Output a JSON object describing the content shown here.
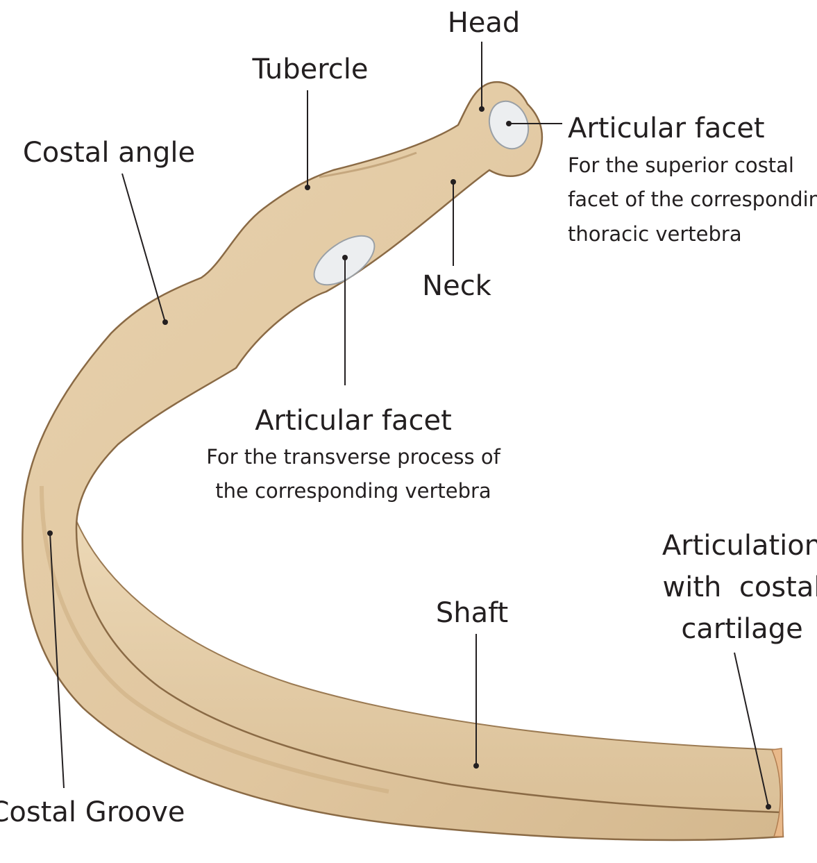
{
  "colors": {
    "bone": "#e2c9a2",
    "bone_shadow": "#c8a97e",
    "bone_outline": "#8a6a45",
    "facet": "#eceef0",
    "text": "#231f20"
  },
  "labels": {
    "head": "Head",
    "tubercle": "Tubercle",
    "costal_angle": "Costal angle",
    "neck": "Neck",
    "articular_facet_head": {
      "title": "Articular facet",
      "desc": [
        "For the superior costal",
        "facet of the corresponding",
        "thoracic vertebra"
      ]
    },
    "articular_facet_tubercle": {
      "title": "Articular facet",
      "desc": [
        "For the transverse process of",
        "the corresponding vertebra"
      ]
    },
    "articulation": [
      "Articulation",
      "with  costal",
      "cartilage"
    ],
    "shaft": "Shaft",
    "costal_groove": "Costal Groove"
  }
}
